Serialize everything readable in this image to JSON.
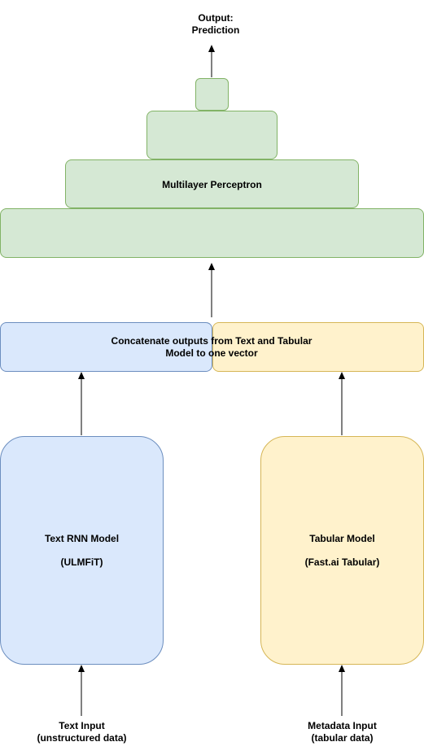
{
  "output": {
    "line1": "Output:",
    "line2": "Prediction"
  },
  "mlp": {
    "label": "Multilayer Perceptron"
  },
  "concat": {
    "line1": "Concatenate outputs from Text and Tabular",
    "line2": "Model to one vector"
  },
  "text_model": {
    "title": "Text RNN Model",
    "subtitle": "(ULMFiT)"
  },
  "tabular_model": {
    "title": "Tabular Model",
    "subtitle": "(Fast.ai Tabular)"
  },
  "text_input": {
    "line1": "Text Input",
    "line2": "(unstructured data)"
  },
  "metadata_input": {
    "line1": "Metadata Input",
    "line2": "(tabular data)"
  },
  "colors": {
    "green_fill": "#d5e8d4",
    "green_stroke": "#82b366",
    "blue_fill": "#dae8fc",
    "blue_stroke": "#6c8ebf",
    "yellow_fill": "#fff2cc",
    "yellow_stroke": "#d6b656"
  }
}
